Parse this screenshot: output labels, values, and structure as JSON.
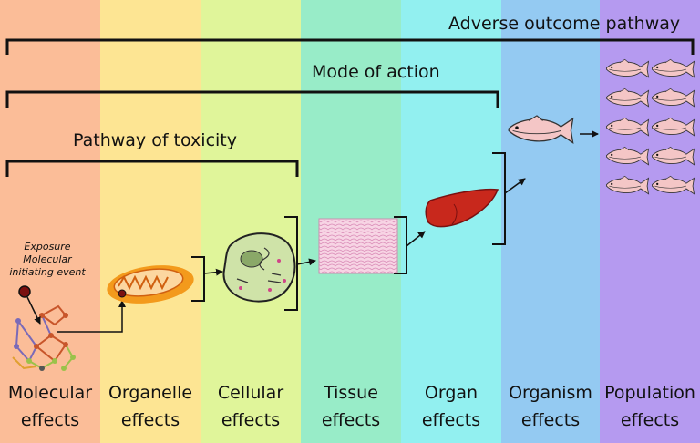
{
  "pathways": {
    "aop": "Adverse outcome pathway",
    "moa": "Mode of action",
    "pot": "Pathway of toxicity"
  },
  "annotation": {
    "line1": "Exposure",
    "line2": "Molecular",
    "line3": "initiating event"
  },
  "levels": [
    {
      "line1": "Molecular",
      "line2": "effects"
    },
    {
      "line1": "Organelle",
      "line2": "effects"
    },
    {
      "line1": "Cellular",
      "line2": "effects"
    },
    {
      "line1": "Tissue",
      "line2": "effects"
    },
    {
      "line1": "Organ",
      "line2": "effects"
    },
    {
      "line1": "Organism",
      "line2": "effects"
    },
    {
      "line1": "Population",
      "line2": "effects"
    }
  ],
  "colors": {
    "molecular": "#fbbd98",
    "organelle": "#fde593",
    "cellular": "#e0f59a",
    "tissue": "#98ecc8",
    "organ": "#92f0f0",
    "organism": "#94caf2",
    "population": "#b59af0"
  },
  "icons": [
    "molecule-network-icon",
    "mitochondrion-icon",
    "cell-icon",
    "tissue-icon",
    "liver-icon",
    "fish-icon",
    "fish-school-icon"
  ]
}
